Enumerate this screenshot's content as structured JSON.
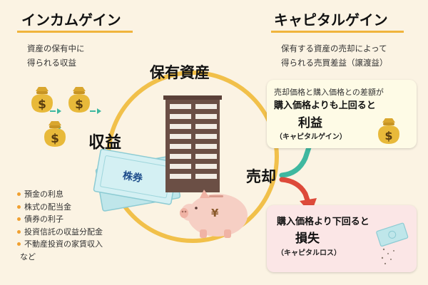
{
  "income": {
    "title": "インカムゲイン",
    "desc_lines": [
      "資産の保有中に",
      "得られる収益"
    ],
    "label": "収益",
    "bag_symbol": "$",
    "examples": [
      "預金の利息",
      "株式の配当金",
      "債券の利子",
      "投資信託の収益分配金",
      "不動産投資の家賃収入"
    ],
    "examples_tail": "など"
  },
  "center": {
    "title": "保有資産",
    "stock_label": "株券",
    "yen": "¥",
    "sell_label": "売却"
  },
  "capital": {
    "title": "キャピタルゲイン",
    "desc_lines": [
      "保有する資産の売却によって",
      "得られる売買差益（譲渡益）"
    ],
    "gain": {
      "line1": "売却価格と購入価格との差額が",
      "line2": "購入価格よりも上回ると",
      "title": "利益",
      "paren": "（キャピタルゲイン）",
      "bag_symbol": "$"
    },
    "loss": {
      "line1": "購入価格より下回ると",
      "title": "損失",
      "paren": "（キャピタルロス）"
    }
  },
  "colors": {
    "background": "#fbf3e3",
    "heading_underline": "#f0b43c",
    "circle": "#f1c04a",
    "gain_arrow": "#3fb8a0",
    "loss_arrow": "#dd4a3a",
    "building": "#6b4f45",
    "money_bag": "#e8b93a",
    "stock_certificate": "#c9ecf0",
    "piggy_bank": "#f6cfc4"
  }
}
